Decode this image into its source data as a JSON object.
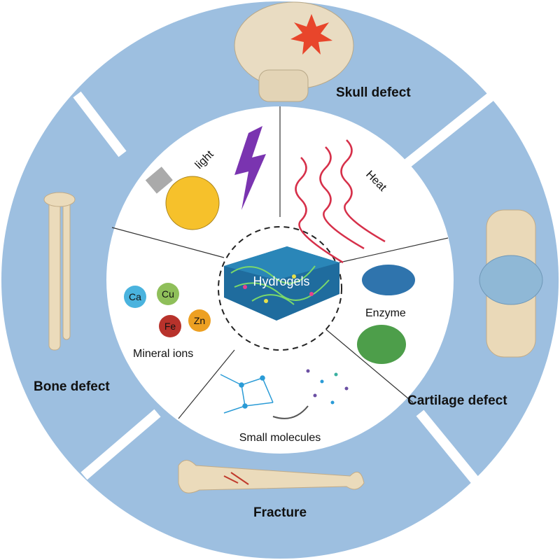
{
  "center": {
    "label": "Hydrogels"
  },
  "outer_segments": [
    {
      "label": "Skull defect"
    },
    {
      "label": "Cartilage defect"
    },
    {
      "label": "Fracture"
    },
    {
      "label": "Bone defect"
    }
  ],
  "inner_segments": [
    {
      "label": "light"
    },
    {
      "label": "Heat"
    },
    {
      "label": "Enzyme"
    },
    {
      "label": "Small molecules"
    },
    {
      "label": "Mineral ions"
    }
  ],
  "ions": [
    "Ca",
    "Cu",
    "Fe",
    "Zn"
  ],
  "colors": {
    "ring": "#9dbfe0",
    "ion_ca": "#4ab3de",
    "ion_cu": "#8fbf5a",
    "ion_fe": "#b8322b",
    "ion_zn": "#eda022"
  }
}
